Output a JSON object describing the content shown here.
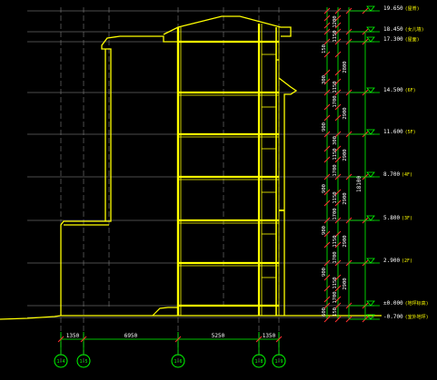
{
  "drawing": {
    "background": "#000000",
    "colors": {
      "structure": "#ffff00",
      "wall_fill": "#ffff66",
      "grid": "#9a9a9a",
      "grid_dash": "#7f7f7f",
      "dim": "#00ff00",
      "tick": "#ff3030",
      "level_text": "#ffffff",
      "level_tag": "#ffff00",
      "axis_bubble": "#00ff00"
    },
    "levels": [
      {
        "value": "19.650",
        "tag": "(屋脊)"
      },
      {
        "value": "18.450",
        "tag": "(女儿墙)"
      },
      {
        "value": "17.300",
        "tag": "(屋面)"
      },
      {
        "value": "14.500",
        "tag": "(6F)"
      },
      {
        "value": "11.600",
        "tag": "(5F)"
      },
      {
        "value": "8.700",
        "tag": "(4F)"
      },
      {
        "value": "5.800",
        "tag": "(3F)"
      },
      {
        "value": "2.900",
        "tag": "(2F)"
      },
      {
        "value": "±0.000",
        "tag": "(地坪标高)"
      },
      {
        "value": "-0.700",
        "tag": "(室外地坪)"
      }
    ],
    "floor_dims": [
      "2800",
      "2900",
      "2900",
      "2900",
      "2900",
      "2900"
    ],
    "detail_dims": [
      "1200",
      "1150",
      "1700",
      "900",
      "300",
      "150",
      "600"
    ],
    "total_height": "18100",
    "bottom_dims": [
      "1350",
      "6950",
      "5250",
      "1350"
    ],
    "axes": [
      "1-4",
      "1-5",
      "1-6",
      "1-8",
      "1-9"
    ]
  }
}
